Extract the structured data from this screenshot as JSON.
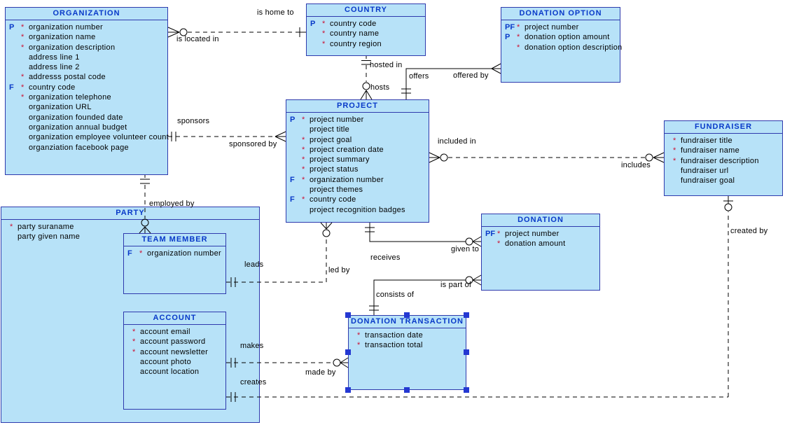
{
  "diagram": {
    "type": "entity-relationship-diagram",
    "selection": {
      "selected_entity": "DONATION TRANSACTION"
    },
    "colors": {
      "entity_fill": "#B7E2F8",
      "entity_border": "#2E3AAD",
      "title_text": "#0839C8",
      "key_flag_text": "#0839C8",
      "required_marker": "#CC1133",
      "relationship_line": "#000000",
      "selection_handle": "#2438D2",
      "background": "#FFFFFF"
    },
    "entities": [
      {
        "title": "ORGANIZATION",
        "attributes": [
          {
            "key": "P",
            "req": "*",
            "name": "organization number"
          },
          {
            "key": "",
            "req": "*",
            "name": "organization name"
          },
          {
            "key": "",
            "req": "*",
            "name": "organization description"
          },
          {
            "key": "",
            "req": "",
            "name": "address line 1"
          },
          {
            "key": "",
            "req": "",
            "name": "address line 2"
          },
          {
            "key": "",
            "req": "*",
            "name": "addresss postal code"
          },
          {
            "key": "F",
            "req": "*",
            "name": "country code"
          },
          {
            "key": "",
            "req": "*",
            "name": "organization telephone"
          },
          {
            "key": "",
            "req": "",
            "name": "organization URL"
          },
          {
            "key": "",
            "req": "",
            "name": "organization founded date"
          },
          {
            "key": "",
            "req": "",
            "name": "organization annual budget"
          },
          {
            "key": "",
            "req": "",
            "name": "organization employee volunteer count"
          },
          {
            "key": "",
            "req": "",
            "name": "organziation facebook page"
          }
        ]
      },
      {
        "title": "COUNTRY",
        "attributes": [
          {
            "key": "P",
            "req": "*",
            "name": "country code"
          },
          {
            "key": "",
            "req": "*",
            "name": "country name"
          },
          {
            "key": "",
            "req": "*",
            "name": "country region"
          }
        ]
      },
      {
        "title": "DONATION OPTION",
        "attributes": [
          {
            "key": "PF",
            "req": "*",
            "name": "project number"
          },
          {
            "key": "P",
            "req": "*",
            "name": "donation option amount"
          },
          {
            "key": "",
            "req": "*",
            "name": "donation option description"
          }
        ]
      },
      {
        "title": "PROJECT",
        "attributes": [
          {
            "key": "P",
            "req": "*",
            "name": "project number"
          },
          {
            "key": "",
            "req": "",
            "name": "project title"
          },
          {
            "key": "",
            "req": "*",
            "name": "project goal"
          },
          {
            "key": "",
            "req": "*",
            "name": "project creation date"
          },
          {
            "key": "",
            "req": "*",
            "name": "project summary"
          },
          {
            "key": "",
            "req": "*",
            "name": "project status"
          },
          {
            "key": "F",
            "req": "*",
            "name": "organization number"
          },
          {
            "key": "",
            "req": "",
            "name": "project themes"
          },
          {
            "key": "F",
            "req": "*",
            "name": "country code"
          },
          {
            "key": "",
            "req": "",
            "name": "project recognition badges"
          }
        ]
      },
      {
        "title": "FUNDRAISER",
        "attributes": [
          {
            "key": "",
            "req": "*",
            "name": "fundraiser title"
          },
          {
            "key": "",
            "req": "*",
            "name": "fundraiser name"
          },
          {
            "key": "",
            "req": "*",
            "name": "fundraiser description"
          },
          {
            "key": "",
            "req": "",
            "name": "fundraiser url"
          },
          {
            "key": "",
            "req": "",
            "name": "fundraiser goal"
          }
        ]
      },
      {
        "title": "PARTY",
        "attributes": [
          {
            "key": "",
            "req": "*",
            "name": "party suraname"
          },
          {
            "key": "",
            "req": "",
            "name": "party given name"
          }
        ]
      },
      {
        "title": "TEAM MEMBER",
        "attributes": [
          {
            "key": "F",
            "req": "*",
            "name": "organization number"
          }
        ]
      },
      {
        "title": "ACCOUNT",
        "attributes": [
          {
            "key": "",
            "req": "*",
            "name": "account email"
          },
          {
            "key": "",
            "req": "*",
            "name": "account password"
          },
          {
            "key": "",
            "req": "*",
            "name": "account newsletter"
          },
          {
            "key": "",
            "req": "",
            "name": "account photo"
          },
          {
            "key": "",
            "req": "",
            "name": "account location"
          }
        ]
      },
      {
        "title": "DONATION",
        "attributes": [
          {
            "key": "PF",
            "req": "*",
            "name": "project number"
          },
          {
            "key": "",
            "req": "*",
            "name": "donation amount"
          }
        ]
      },
      {
        "title": "DONATION TRANSACTION",
        "attributes": [
          {
            "key": "",
            "req": "*",
            "name": "transaction date"
          },
          {
            "key": "",
            "req": "*",
            "name": "transaction total"
          }
        ]
      }
    ],
    "relationships": [
      {
        "source": "ORGANIZATION",
        "target": "COUNTRY",
        "source_label": "is located in",
        "target_label": "is home to",
        "line": "dashed",
        "source_end": "optional-many",
        "target_end": "one"
      },
      {
        "source": "COUNTRY",
        "target": "PROJECT",
        "source_label": "hosted in",
        "target_label": "hosts",
        "line": "dashed",
        "source_end": "one",
        "target_end": "optional-many"
      },
      {
        "source": "PROJECT",
        "target": "DONATION OPTION",
        "source_label": "offers",
        "target_label": "offered by",
        "line": "solid",
        "source_end": "one",
        "target_end": "many"
      },
      {
        "source": "ORGANIZATION",
        "target": "PROJECT",
        "source_label": "sponsors",
        "target_label": "sponsored by",
        "line": "dashed",
        "source_end": "one",
        "target_end": "many"
      },
      {
        "source": "PROJECT",
        "target": "FUNDRAISER",
        "source_label": "included in",
        "target_label": "includes",
        "line": "dashed",
        "source_end": "optional-many",
        "target_end": "optional-many"
      },
      {
        "source": "PROJECT",
        "target": "DONATION",
        "source_label": "receives",
        "target_label": "given to",
        "line": "solid",
        "source_end": "one",
        "target_end": "optional-many"
      },
      {
        "source": "DONATION TRANSACTION",
        "target": "DONATION",
        "source_label": "consists of",
        "target_label": "is part of",
        "line": "solid",
        "source_end": "one",
        "target_end": "optional-many"
      },
      {
        "source": "ORGANIZATION",
        "target": "TEAM MEMBER",
        "source_label": "employed by",
        "target_label": "",
        "line": "dashed",
        "source_end": "one",
        "target_end": "optional-many"
      },
      {
        "source": "TEAM MEMBER",
        "target": "PROJECT",
        "source_label": "leads",
        "target_label": "led by",
        "line": "dashed",
        "source_end": "one",
        "target_end": "optional-many"
      },
      {
        "source": "ACCOUNT",
        "target": "DONATION TRANSACTION",
        "source_label": "makes",
        "target_label": "made by",
        "line": "dashed",
        "source_end": "one",
        "target_end": "optional-many"
      },
      {
        "source": "ACCOUNT",
        "target": "FUNDRAISER",
        "source_label": "creates",
        "target_label": "created by",
        "line": "dashed",
        "source_end": "one",
        "target_end": "optional-one"
      }
    ]
  }
}
